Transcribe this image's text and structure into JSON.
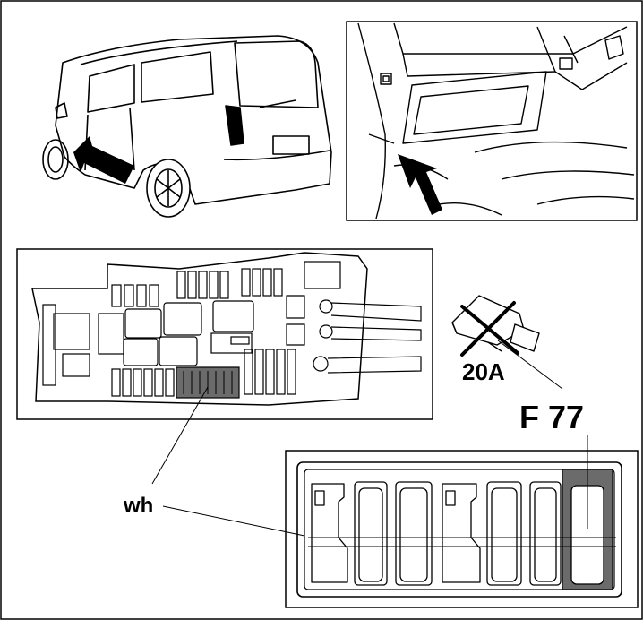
{
  "labels": {
    "amperage": "20A",
    "fuse_id": "F 77",
    "wire_color": "wh"
  },
  "colors": {
    "line": "#000000",
    "highlight": "#6b6b6b",
    "background": "#ffffff"
  },
  "icons": {
    "arrow_van": "arrow-icon",
    "arrow_interior": "arrow-icon",
    "fuse_not_allowed": "cross-icon"
  }
}
